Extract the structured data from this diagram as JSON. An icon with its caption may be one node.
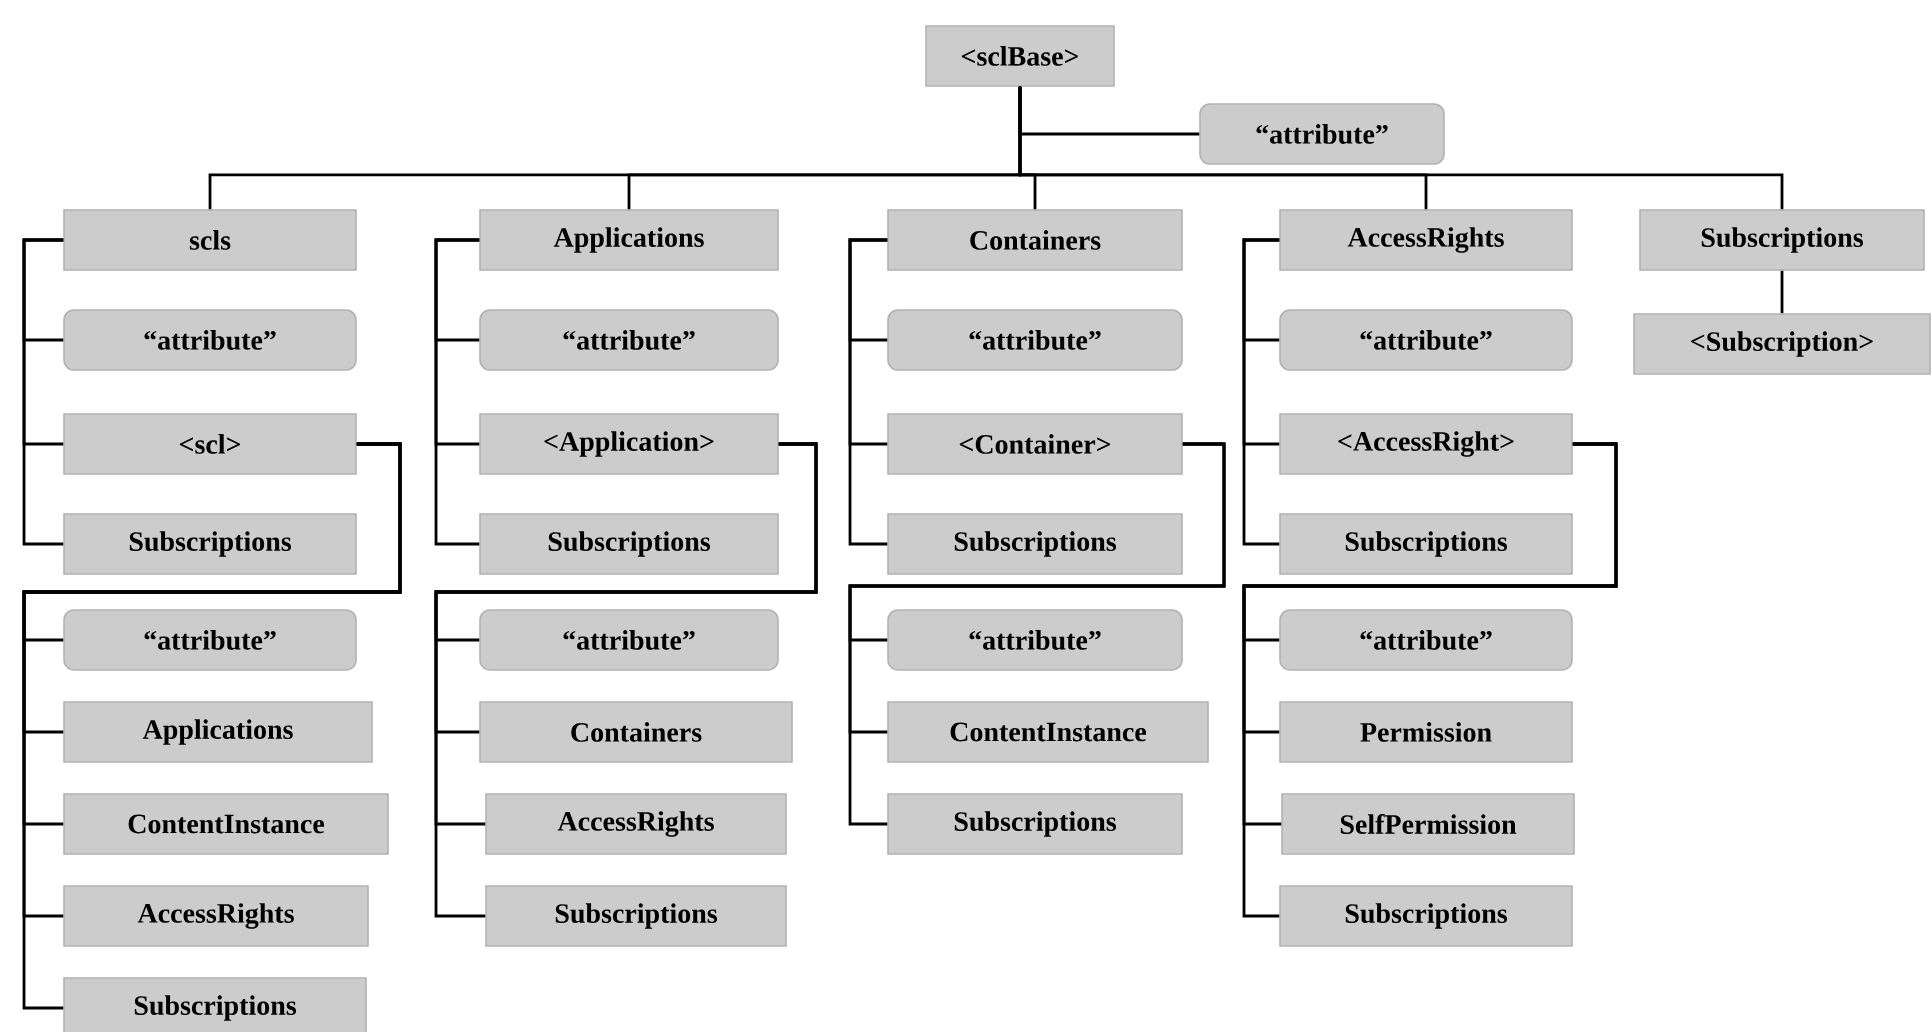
{
  "diagram": {
    "nodes": [
      {
        "text": [
          "<sclBase>"
        ]
      },
      {
        "text": [
          "“attribute”"
        ]
      },
      {
        "text": [
          "scls"
        ]
      },
      {
        "text": [
          "“attribute”"
        ]
      },
      {
        "text": [
          "<scl>"
        ]
      },
      {
        "text": [
          "Subscriptions"
        ]
      },
      {
        "text": [
          "“attribute”"
        ]
      },
      {
        "text": [
          "Applications"
        ]
      },
      {
        "text": [
          "ContentInstance"
        ]
      },
      {
        "text": [
          "AccessRights"
        ]
      },
      {
        "text": [
          "Subscriptions"
        ]
      },
      {
        "text": [
          "Applications"
        ]
      },
      {
        "text": [
          "“attribute”"
        ]
      },
      {
        "text": [
          "<Application>"
        ]
      },
      {
        "text": [
          "Subscriptions"
        ]
      },
      {
        "text": [
          "“attribute”"
        ]
      },
      {
        "text": [
          "Containers"
        ]
      },
      {
        "text": [
          "AccessRights"
        ]
      },
      {
        "text": [
          "Subscriptions"
        ]
      },
      {
        "text": [
          "Containers"
        ]
      },
      {
        "text": [
          "“attribute”"
        ]
      },
      {
        "text": [
          "<Container>"
        ]
      },
      {
        "text": [
          "Subscriptions"
        ]
      },
      {
        "text": [
          "“attribute”"
        ]
      },
      {
        "text": [
          "ContentInstance"
        ]
      },
      {
        "text": [
          "Subscriptions"
        ]
      },
      {
        "text": [
          "AccessRights"
        ]
      },
      {
        "text": [
          "“attribute”"
        ]
      },
      {
        "text": [
          "<AccessRight>"
        ]
      },
      {
        "text": [
          "Subscriptions"
        ]
      },
      {
        "text": [
          "“attribute”"
        ]
      },
      {
        "text": [
          "Permission"
        ]
      },
      {
        "text": [
          "SelfPermission"
        ]
      },
      {
        "text": [
          "Subscriptions"
        ]
      },
      {
        "text": [
          "Subscriptions"
        ]
      },
      {
        "text": [
          "<Subscription>"
        ]
      }
    ],
    "edges": [
      {
        "from": 0,
        "to": 1,
        "arrow": "none"
      },
      {
        "from": 0,
        "to": 2,
        "arrow": "none"
      },
      {
        "from": 0,
        "to": 11,
        "arrow": "none"
      },
      {
        "from": 0,
        "to": 19,
        "arrow": "none"
      },
      {
        "from": 0,
        "to": 26,
        "arrow": "none"
      },
      {
        "from": 0,
        "to": 34,
        "arrow": "none"
      },
      {
        "from": 2,
        "to": 3,
        "arrow": "none"
      },
      {
        "from": 2,
        "to": 4,
        "arrow": "none"
      },
      {
        "from": 2,
        "to": 5,
        "arrow": "none"
      },
      {
        "from": 4,
        "to": 6,
        "arrow": "none"
      },
      {
        "from": 4,
        "to": 7,
        "arrow": "none"
      },
      {
        "from": 4,
        "to": 8,
        "arrow": "none"
      },
      {
        "from": 4,
        "to": 9,
        "arrow": "none"
      },
      {
        "from": 4,
        "to": 10,
        "arrow": "none"
      },
      {
        "from": 11,
        "to": 12,
        "arrow": "none"
      },
      {
        "from": 11,
        "to": 13,
        "arrow": "none"
      },
      {
        "from": 11,
        "to": 14,
        "arrow": "none"
      },
      {
        "from": 13,
        "to": 15,
        "arrow": "none"
      },
      {
        "from": 13,
        "to": 16,
        "arrow": "none"
      },
      {
        "from": 13,
        "to": 17,
        "arrow": "none"
      },
      {
        "from": 13,
        "to": 18,
        "arrow": "none"
      },
      {
        "from": 19,
        "to": 20,
        "arrow": "none"
      },
      {
        "from": 19,
        "to": 21,
        "arrow": "none"
      },
      {
        "from": 19,
        "to": 22,
        "arrow": "none"
      },
      {
        "from": 21,
        "to": 23,
        "arrow": "none"
      },
      {
        "from": 21,
        "to": 24,
        "arrow": "none"
      },
      {
        "from": 21,
        "to": 25,
        "arrow": "none"
      },
      {
        "from": 26,
        "to": 27,
        "arrow": "none"
      },
      {
        "from": 26,
        "to": 28,
        "arrow": "none"
      },
      {
        "from": 26,
        "to": 29,
        "arrow": "none"
      },
      {
        "from": 28,
        "to": 30,
        "arrow": "none"
      },
      {
        "from": 28,
        "to": 31,
        "arrow": "none"
      },
      {
        "from": 28,
        "to": 32,
        "arrow": "none"
      },
      {
        "from": 28,
        "to": 33,
        "arrow": "none"
      },
      {
        "from": 34,
        "to": 35,
        "arrow": "none"
      }
    ]
  }
}
